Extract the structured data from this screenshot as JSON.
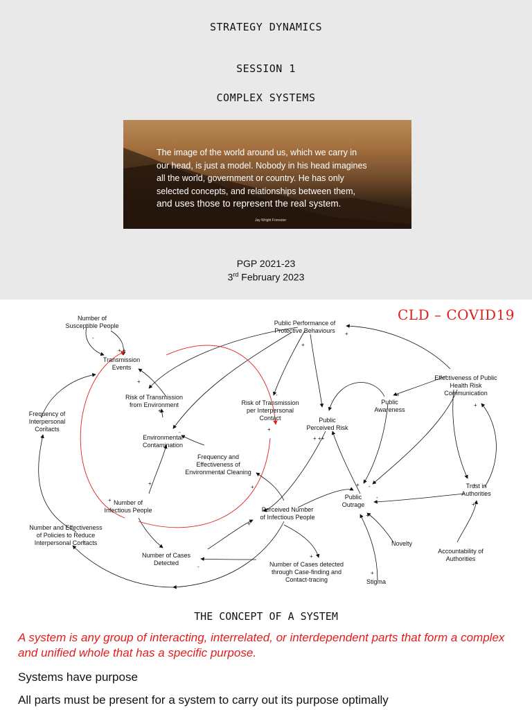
{
  "slide1": {
    "course": "STRATEGY DYNAMICS",
    "session": "SESSION 1",
    "topic": "COMPLEX SYSTEMS",
    "quote_lines": [
      "The image of the world around us, which we carry in",
      "our head, is just a model. Nobody in his head imagines",
      "all the world, government or country. He has only",
      "selected concepts, and relationships between them,",
      "and uses those to represent the real system."
    ],
    "quote_author": "Jay Wright Forrester",
    "batch": "PGP 2021-23",
    "date_day": "3",
    "date_suffix": "rd",
    "date_rest": " February 2023"
  },
  "slide2": {
    "title": "CLD – COVID19",
    "nodes": {
      "susceptible": [
        "Number of",
        "Susceptible People"
      ],
      "transmission": [
        "Transmission",
        "Events"
      ],
      "freq_contacts": [
        "Frequency of",
        "Interpersonal",
        "Contacts"
      ],
      "policies": [
        "Number and Effectiveness",
        "of Policies to Reduce",
        "Interpersonal Contacts"
      ],
      "risk_env": [
        "Risk of Transmission",
        "from Environment"
      ],
      "env_contam": [
        "Environmental",
        "Contamination"
      ],
      "cleaning": [
        "Frequency and",
        "Effectiveness of",
        "Environmental Cleaning"
      ],
      "infectious": [
        "Number of",
        "Infectious People"
      ],
      "cases_detected": [
        "Number of Cases",
        "Detected"
      ],
      "risk_contact": [
        "Risk of Transmission",
        "per Interpersonal",
        "Contact"
      ],
      "public_perf": [
        "Public Performance of",
        "Protective Behaviours"
      ],
      "perceived_risk": [
        "Public",
        "Perceived Risk"
      ],
      "perceived_number": [
        "Perceived Number",
        "of Infectious People"
      ],
      "case_finding": [
        "Number of Cases detected",
        "through Case-finding and",
        "Contact-tracing"
      ],
      "awareness": [
        "Public",
        "Awareness"
      ],
      "effectiveness_comm": [
        "Effectiveness of Public",
        "Health Risk",
        "Communication"
      ],
      "outrage": [
        "Public",
        "Outrage"
      ],
      "trust": [
        "Trust in",
        "Authorities"
      ],
      "novelty": [
        "Novelty"
      ],
      "accountability": [
        "Accountability of",
        "Authorities"
      ],
      "stigma": [
        "Stigma"
      ]
    }
  },
  "slide3": {
    "title": "THE CONCEPT OF A SYSTEM",
    "definition": "A system is any group of interacting, interrelated, or interdependent parts that form a complex and unified whole that has a specific purpose.",
    "bullets": [
      "Systems have purpose",
      "All parts must be present for a system to carry out its purpose optimally"
    ]
  },
  "colors": {
    "accent_red": "#e31b1b",
    "slide_grey": "#e9e9e9"
  }
}
